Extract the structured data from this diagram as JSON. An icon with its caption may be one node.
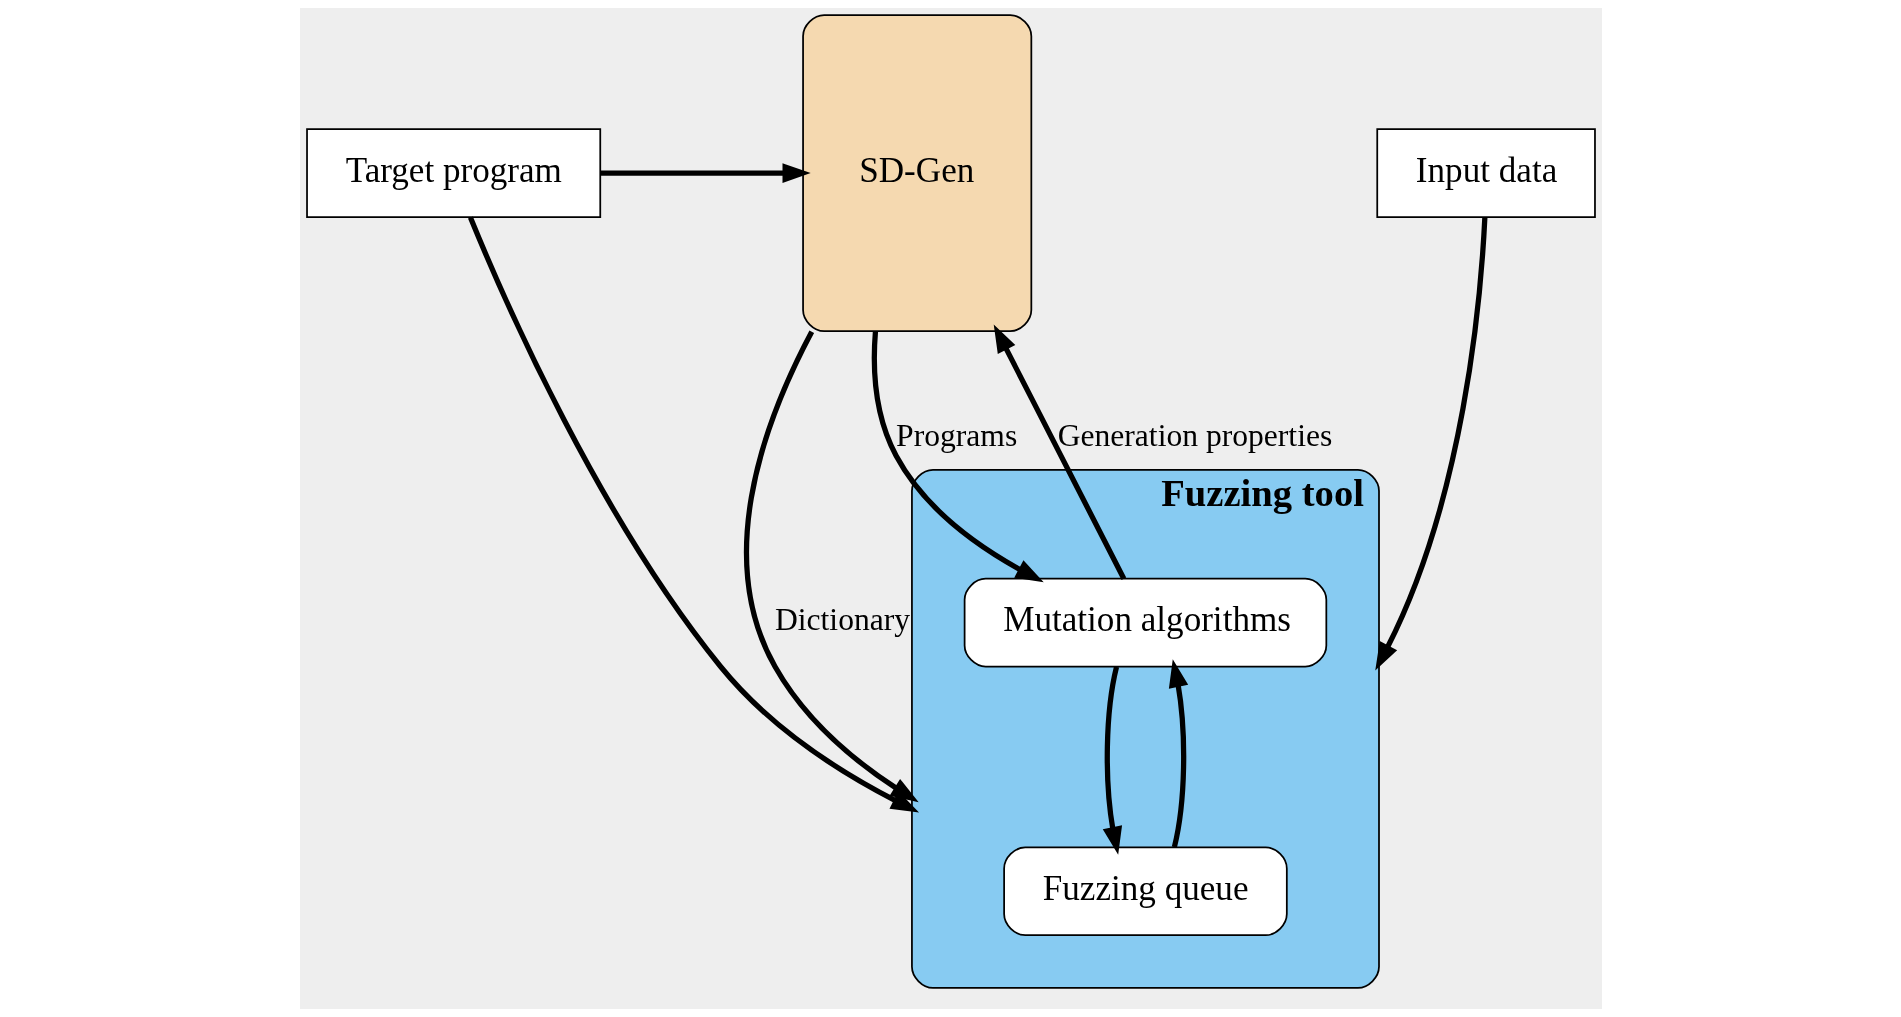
{
  "diagram": {
    "nodes": [
      {
        "text": [
          "SD-Gen"
        ]
      },
      {
        "text": [
          "Target program"
        ]
      },
      {
        "text": [
          "Input data"
        ]
      },
      {
        "text": [
          "Fuzzing tool"
        ]
      },
      {
        "text": [
          "Mutation algorithms"
        ],
        "in": 3
      },
      {
        "text": [
          "Fuzzing queue"
        ],
        "in": 3
      }
    ],
    "edges": [
      {
        "from": 1,
        "to": 0,
        "arrow": "to"
      },
      {
        "from": 1,
        "to": 3,
        "arrow": "to"
      },
      {
        "from": 2,
        "to": 3,
        "arrow": "to"
      },
      {
        "from": 0,
        "to": 3,
        "label": "Dictionary",
        "arrow": "to"
      },
      {
        "from": 4,
        "to": 0,
        "label": "Generation properties",
        "arrow": "to"
      },
      {
        "from": 0,
        "to": 4,
        "label": "Programs",
        "arrow": "to"
      },
      {
        "from": 5,
        "to": 4,
        "arrow": "to"
      },
      {
        "from": 4,
        "to": 5,
        "arrow": "to"
      }
    ]
  }
}
